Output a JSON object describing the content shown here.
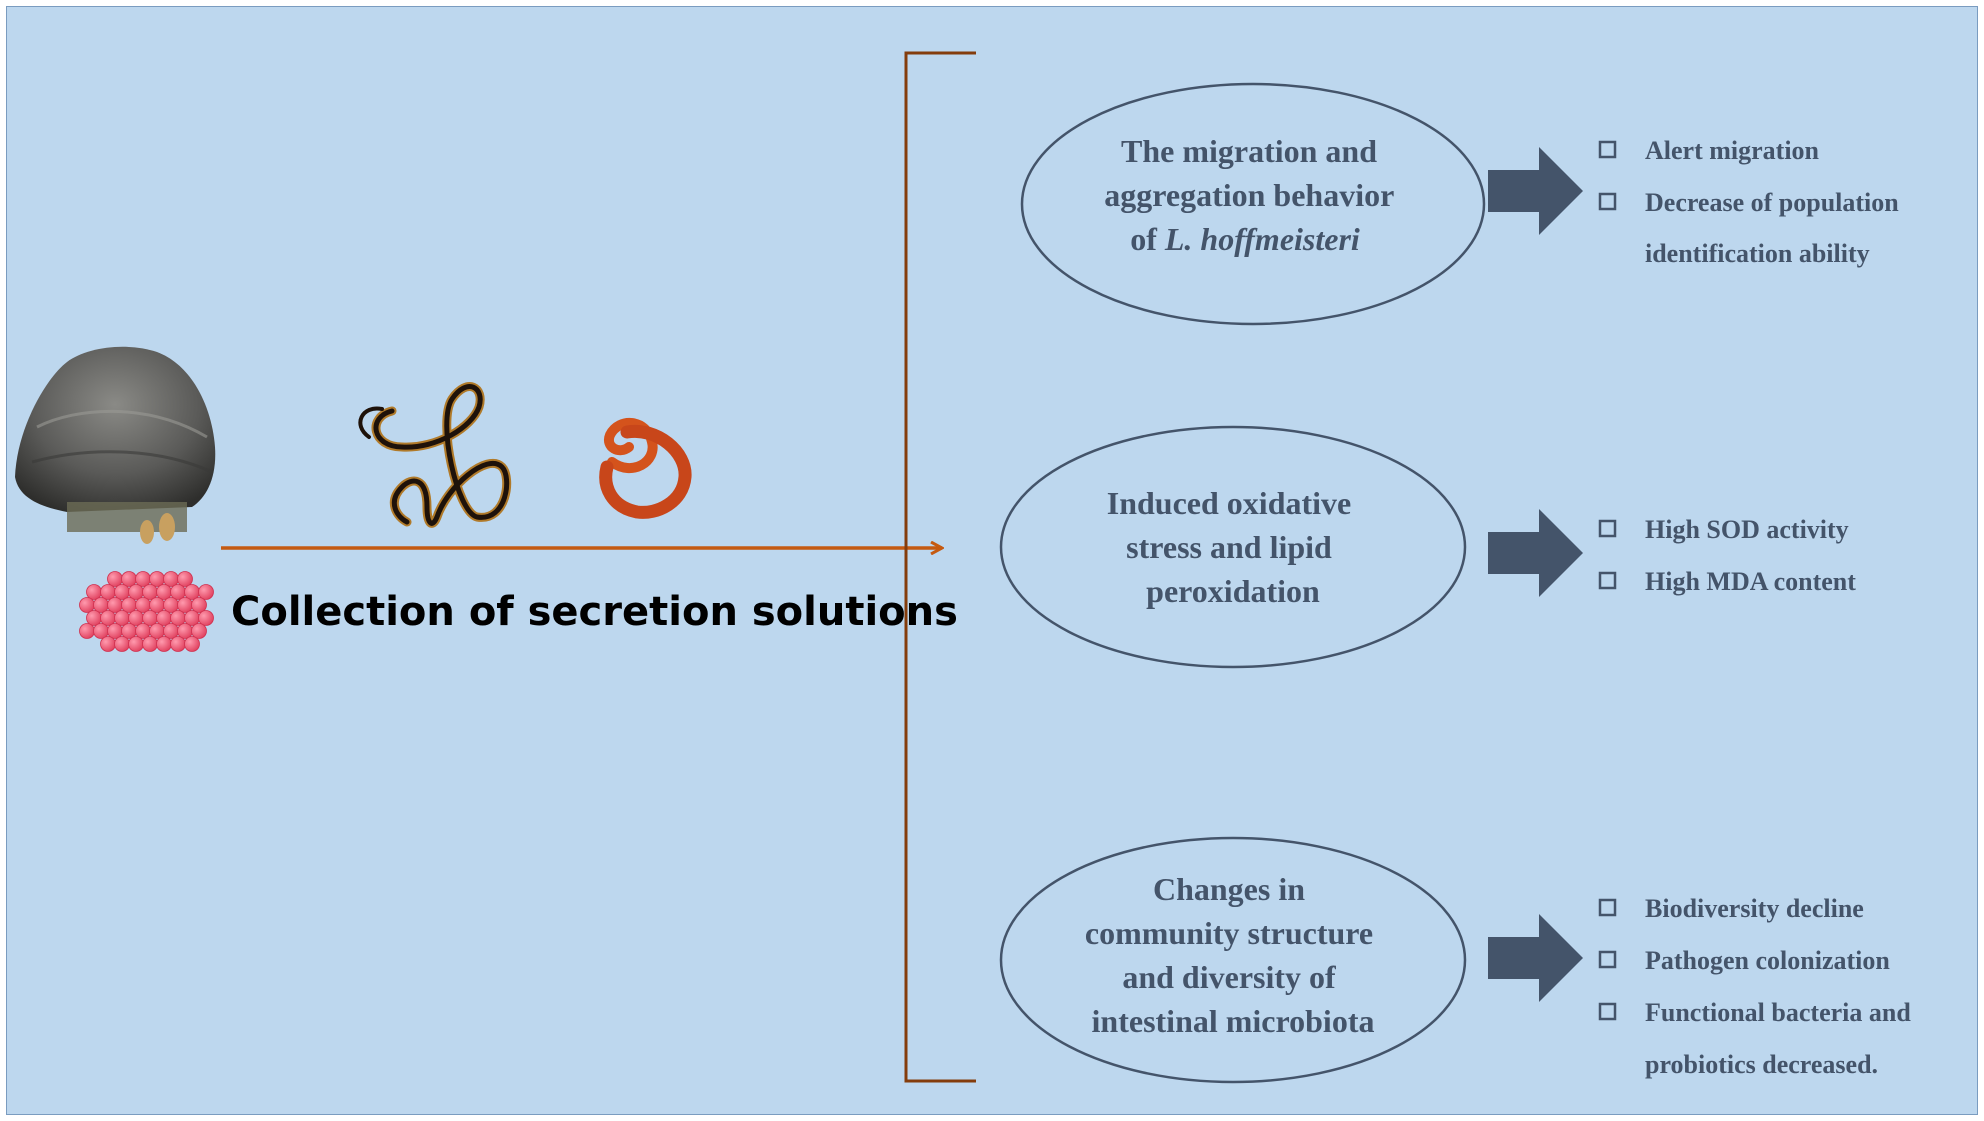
{
  "main_label": "Collection of secretion solutions",
  "colors": {
    "background": "#bdd7ee",
    "node_stroke": "#44546a",
    "text": "#44546a",
    "arrow_orange": "#c55a11",
    "bracket": "#843c0c",
    "block_arrow": "#44546a"
  },
  "icons": [
    "snail-with-eggs-image",
    "worm-image",
    "curled-worm-image"
  ],
  "nodes": [
    {
      "line1": "The migration and",
      "line2": "aggregation behavior",
      "line3_prefix": "of ",
      "line3_italic": "L. hoffmeisteri",
      "outcomes": [
        "Alert migration",
        "Decrease of population",
        "identification ability"
      ]
    },
    {
      "line1": "Induced oxidative",
      "line2": "stress and lipid",
      "line3": "peroxidation",
      "outcomes": [
        "High SOD activity",
        "High MDA content"
      ]
    },
    {
      "line1": "Changes in",
      "line2": "community structure",
      "line3": "and diversity of",
      "line4": "intestinal microbiota",
      "outcomes": [
        "Biodiversity decline",
        "Pathogen colonization",
        "Functional bacteria and",
        "probiotics decreased."
      ]
    }
  ]
}
